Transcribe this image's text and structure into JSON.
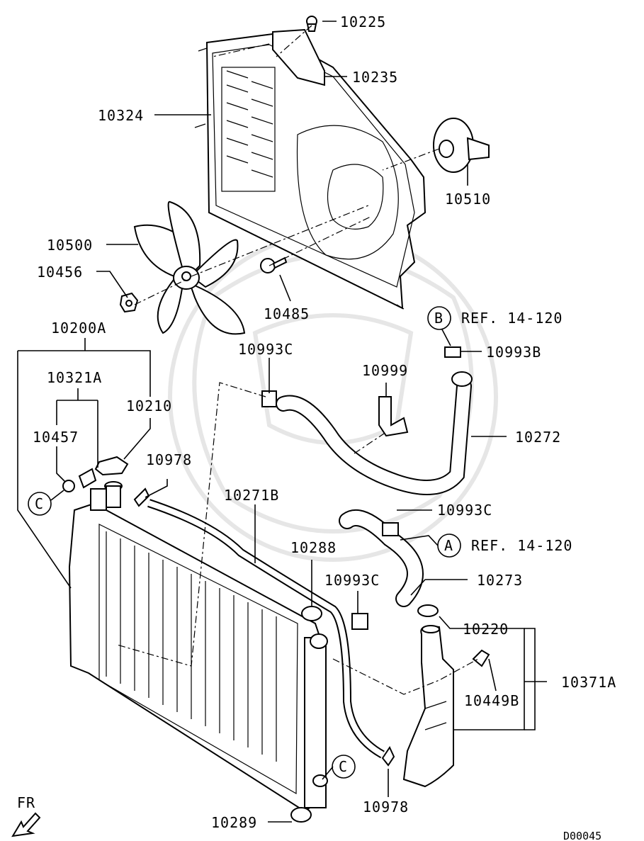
{
  "parts": {
    "p10225": "10225",
    "p10235": "10235",
    "p10324": "10324",
    "p10510": "10510",
    "p10500": "10500",
    "p10456": "10456",
    "p10485": "10485",
    "p10200A": "10200A",
    "p10321A": "10321A",
    "p10210": "10210",
    "p10457": "10457",
    "p10993C_top": "10993C",
    "p10999": "10999",
    "p10993B": "10993B",
    "p10272": "10272",
    "p10978_top": "10978",
    "p10271B": "10271B",
    "p10993C_mid": "10993C",
    "p10288": "10288",
    "p10993C_low": "10993C",
    "p10273": "10273",
    "p10220": "10220",
    "p10371A": "10371A",
    "p10449B": "10449B",
    "p10978_bot": "10978",
    "p10289": "10289"
  },
  "refs": {
    "a_letter": "A",
    "a_text": "REF. 14-120",
    "b_letter": "B",
    "b_text": "REF. 14-120",
    "c1_letter": "C",
    "c2_letter": "C"
  },
  "direction_label": "FR",
  "drawing_code": "D00045"
}
